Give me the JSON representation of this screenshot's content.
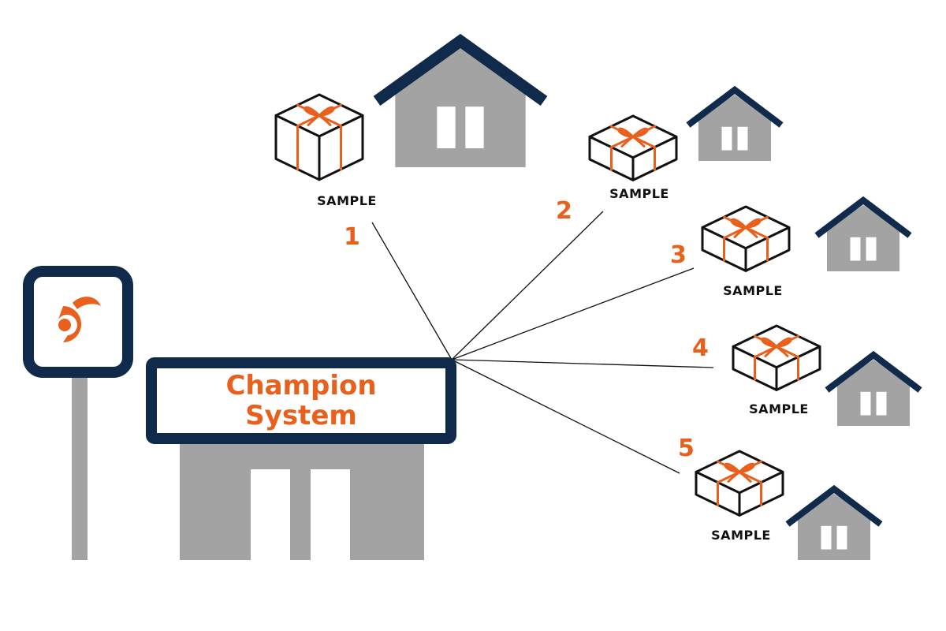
{
  "colors": {
    "navy": "#0f2a4a",
    "orange": "#e8601c",
    "gray": "#a3a3a3",
    "black": "#111111",
    "white": "#ffffff"
  },
  "store": {
    "name_line1": "Champion",
    "name_line2": "System",
    "logo_icon": "champion-system-logo-icon"
  },
  "deliveries": [
    {
      "number": "1",
      "package_label": "SAMPLE"
    },
    {
      "number": "2",
      "package_label": "SAMPLE"
    },
    {
      "number": "3",
      "package_label": "SAMPLE"
    },
    {
      "number": "4",
      "package_label": "SAMPLE"
    },
    {
      "number": "5",
      "package_label": "SAMPLE"
    }
  ]
}
